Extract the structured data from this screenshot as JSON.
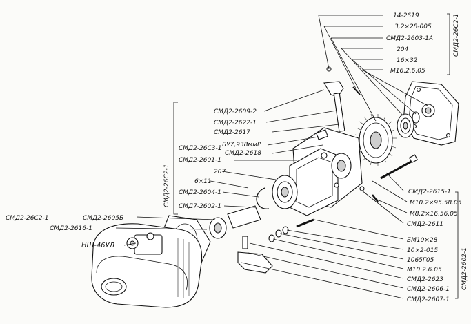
{
  "labels": {
    "l1": "14-2619",
    "l2": "3,2×28-005",
    "l3": "СМД2-2603-1А",
    "l4": "204",
    "l5": "16×32",
    "l6": "М16.2.6.05",
    "l7": "СМД2-2609-2",
    "l8": "СМД2-2622-1",
    "l9": "СМД2-2617",
    "l10": "БУ7,938ммР",
    "l11": "СМД2-26С3-1",
    "l12": "СМД2-2618",
    "l13": "СМД2-2601-1",
    "l14": "207",
    "l15": "6×11",
    "l16": "СМД2-2604-1",
    "l17": "СМД7-2602-1",
    "l18": "СМД2-26С2-1",
    "l19": "СМД2-2605Б",
    "l20": "СМД2-2616-1",
    "l21": "НШ-46УЛ",
    "l22": "СМД2-2615-1",
    "l23": "М10.2×95.58.05",
    "l24": "М8.2×16.56.05",
    "l25": "СМД2-2611",
    "l26": "БМ10×28",
    "l27": "10×2-015",
    "l28": "1065Г05",
    "l29": "М10.2.6.05",
    "l30": "СМД2-2623",
    "l31": "СМД2-2606-1",
    "l32": "СМД2-2607-1"
  },
  "brackets": {
    "right_top": "СМД2-26С2-1",
    "left_mid": "СМД2-26С2-1",
    "right_bottom": "СМД2-2602-1"
  }
}
